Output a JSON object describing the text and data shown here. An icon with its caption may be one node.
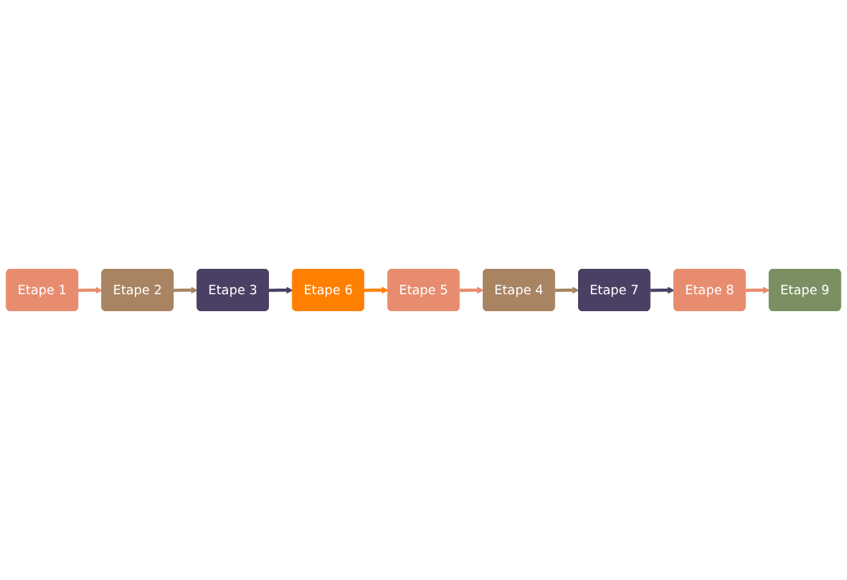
{
  "diagram": {
    "nodes": [
      {
        "text": [
          "Etape 1"
        ]
      },
      {
        "text": [
          "Etape 2"
        ]
      },
      {
        "text": [
          "Etape 3"
        ]
      },
      {
        "text": [
          "Etape 4"
        ]
      },
      {
        "text": [
          "Etape 5"
        ]
      },
      {
        "text": [
          "Etape 6"
        ]
      },
      {
        "text": [
          "Etape 7"
        ]
      },
      {
        "text": [
          "Etape 8"
        ]
      },
      {
        "text": [
          "Etape 9"
        ]
      }
    ],
    "edges": [
      {
        "from": 0,
        "to": 1,
        "arrow": "to"
      },
      {
        "from": 1,
        "to": 2,
        "arrow": "to",
        "color": "#a88462"
      },
      {
        "from": 2,
        "to": 5,
        "arrow": "to",
        "color": "#4a4064"
      },
      {
        "from": 5,
        "to": 4,
        "arrow": "to",
        "color": "#ff8000"
      },
      {
        "from": 4,
        "to": 3,
        "arrow": "to"
      },
      {
        "from": 3,
        "to": 6,
        "arrow": "to",
        "color": "#a88462"
      },
      {
        "from": 6,
        "to": 7,
        "arrow": "to",
        "color": "#4a4064"
      },
      {
        "from": 7,
        "to": 8,
        "arrow": "to"
      }
    ]
  }
}
